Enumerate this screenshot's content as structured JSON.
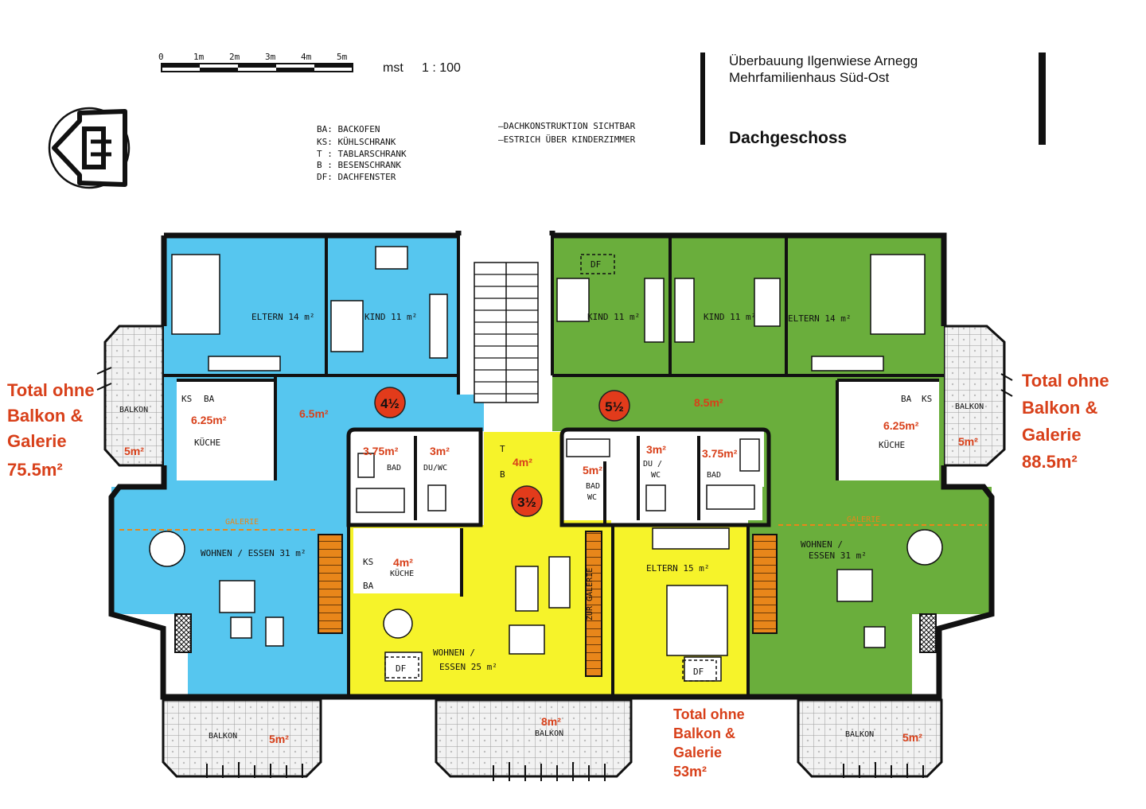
{
  "header": {
    "scale_ticks": [
      "0",
      "1m",
      "2m",
      "3m",
      "4m",
      "5m"
    ],
    "scale_label": "mst",
    "scale_ratio": "1 : 100",
    "title_line1": "Überbauung Ilgenwiese Arnegg",
    "title_line2": "Mehrfamilienhaus Süd-Ost",
    "floor": "Dachgeschoss"
  },
  "legend": {
    "abbreviations": [
      "BA: BACKOFEN",
      "KS: KÜHLSCHRANK",
      "T : TABLARSCHRANK",
      "B : BESENSCHRANK",
      "DF: DACHFENSTER"
    ],
    "notes": [
      "—DACHKONSTRUKTION  SICHTBAR",
      "—ESTRICH  ÜBER  KINDERZIMMER"
    ]
  },
  "colors": {
    "unit_4_5": "#56c6ef",
    "unit_3_5": "#f6f32a",
    "unit_5_5": "#6aae3c",
    "accent": "#d8401a",
    "stair": "#e8861a"
  },
  "units": {
    "u45": {
      "badge": "4½",
      "total_l1": "Total ohne",
      "total_l2": "Balkon &",
      "total_l3": "Galerie",
      "total_l4": "75.5m²",
      "rooms": {
        "eltern": "ELTERN 14 m²",
        "kind": "KIND 11 m²",
        "kueche": "KÜCHE",
        "kueche_area": "6.25m²",
        "ks": "KS",
        "ba": "BA",
        "hall_area": "6.5m²",
        "bad": "BAD",
        "bad_area": "3.75m²",
        "duwc": "DU/WC",
        "duwc_area": "3m²",
        "wohnen": "WOHNEN / ESSEN  31 m²",
        "galerie": "GALERIE",
        "balkon_side": "BALKON",
        "balkon_side_area": "5m²",
        "balkon_bottom": "BALKON",
        "balkon_bottom_area": "5m²"
      }
    },
    "u35": {
      "badge": "3½",
      "total_l1": "Total ohne",
      "total_l2": "Balkon &",
      "total_l3": "Galerie",
      "total_l4": "53m²",
      "rooms": {
        "entry_area": "4m²",
        "t": "T",
        "b": "B",
        "badwc_area": "5m²",
        "bad": "BAD",
        "wc": "WC",
        "kueche": "KÜCHE",
        "kueche_area": "4m²",
        "ks": "KS",
        "ba": "BA",
        "wohnen_l1": "WOHNEN /",
        "wohnen_l2": "ESSEN  25 m²",
        "zur_galerie": "ZUR GALERIE",
        "eltern": "ELTERN  15 m²",
        "df1": "DF",
        "df2": "DF",
        "balkon": "BALKON",
        "balkon_area": "8m²"
      }
    },
    "u55": {
      "badge": "5½",
      "total_l1": "Total ohne",
      "total_l2": "Balkon &",
      "total_l3": "Galerie",
      "total_l4": "88.5m²",
      "rooms": {
        "df": "DF",
        "kind1": "KIND  11 m²",
        "kind2": "KIND  11 m²",
        "eltern": "ELTERN  14 m²",
        "hall_area": "8.5m²",
        "duwc_l1": "DU /",
        "duwc_l2": "WC",
        "duwc_area": "3m²",
        "bad": "BAD",
        "bad_area": "3.75m²",
        "kueche": "KÜCHE",
        "kueche_area": "6.25m²",
        "ba": "BA",
        "ks": "KS",
        "balkon_side": "BALKON",
        "balkon_side_area": "5m²",
        "wohnen_l1": "WOHNEN /",
        "wohnen_l2": "ESSEN  31 m²",
        "galerie": "GALERIE",
        "balkon_bottom": "BALKON",
        "balkon_bottom_area": "5m²"
      }
    }
  }
}
